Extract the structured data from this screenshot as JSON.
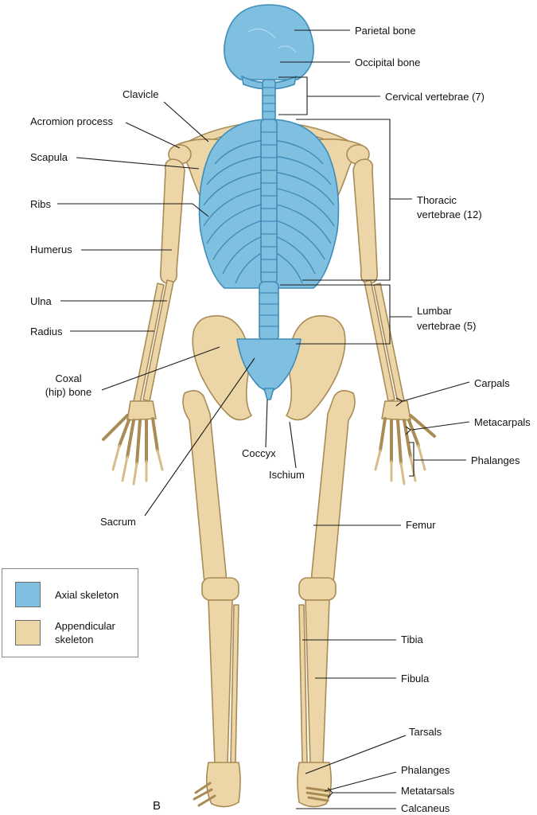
{
  "colors": {
    "axial": "#7fbfe0",
    "appendicular": "#ecd6a8",
    "axial_stroke": "#3f8db8",
    "appendicular_stroke": "#a98b55"
  },
  "labels": {
    "parietal_bone": "Parietal bone",
    "occipital_bone": "Occipital bone",
    "cervical_vertebrae": "Cervical vertebrae (7)",
    "clavicle": "Clavicle",
    "acromion_process": "Acromion process",
    "scapula": "Scapula",
    "ribs": "Ribs",
    "thoracic_1": "Thoracic",
    "thoracic_2": "vertebrae (12)",
    "humerus": "Humerus",
    "ulna": "Ulna",
    "radius": "Radius",
    "lumbar_1": "Lumbar",
    "lumbar_2": "vertebrae (5)",
    "coxal_1": "Coxal",
    "coxal_2": "(hip) bone",
    "carpals": "Carpals",
    "metacarpals": "Metacarpals",
    "phalanges_hand": "Phalanges",
    "coccyx": "Coccyx",
    "ischium": "Ischium",
    "sacrum": "Sacrum",
    "femur": "Femur",
    "tibia": "Tibia",
    "fibula": "Fibula",
    "tarsals": "Tarsals",
    "phalanges_foot": "Phalanges",
    "metatarsals": "Metatarsals",
    "calcaneus": "Calcaneus"
  },
  "legend": {
    "axial": "Axial skeleton",
    "appendicular_1": "Appendicular",
    "appendicular_2": "skeleton"
  },
  "panel_letter": "B"
}
